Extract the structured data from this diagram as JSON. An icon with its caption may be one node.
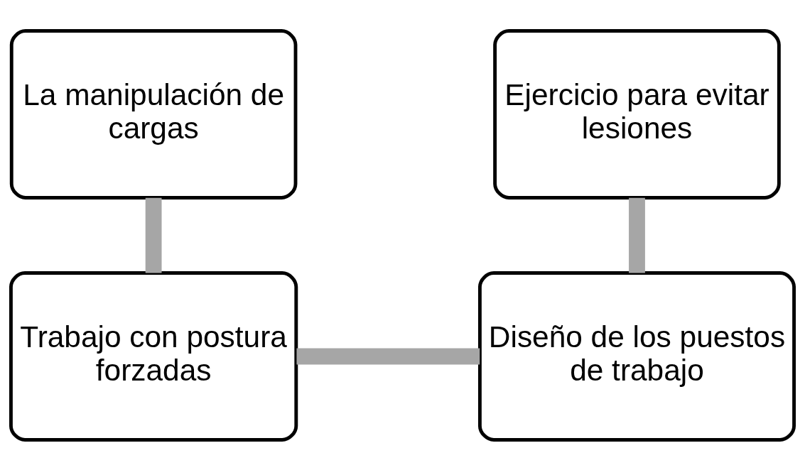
{
  "diagram": {
    "nodes": [
      {
        "text": [
          "La manipulación de cargas"
        ]
      },
      {
        "text": [
          "Ejercicio para evitar lesiones"
        ]
      },
      {
        "text": [
          "Trabajo con postura forzadas"
        ]
      },
      {
        "text": [
          "Diseño de los puestos de trabajo"
        ]
      }
    ],
    "edges": [
      {
        "from": 0,
        "to": 2,
        "arrow": "none"
      },
      {
        "from": 2,
        "to": 3,
        "arrow": "none"
      },
      {
        "from": 1,
        "to": 3,
        "arrow": "none"
      }
    ]
  }
}
